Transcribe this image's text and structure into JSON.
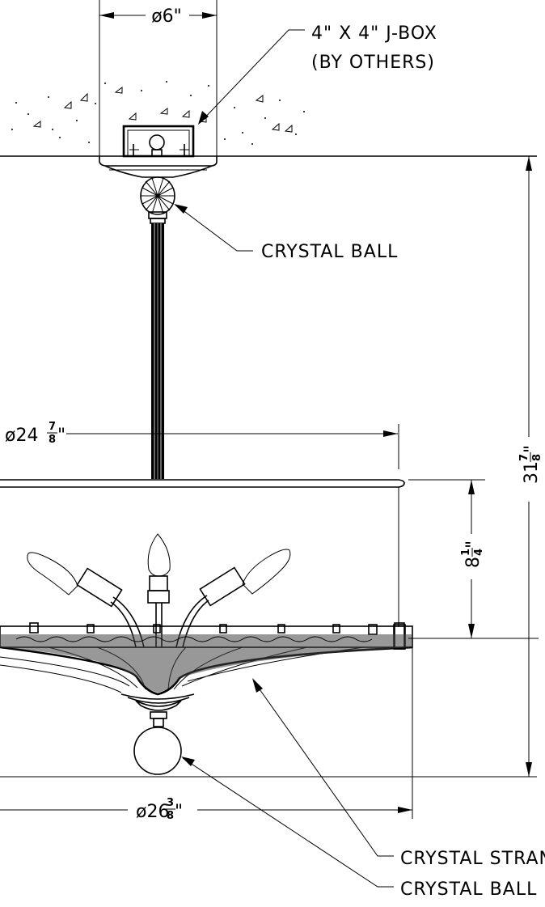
{
  "dimensions": {
    "canopy_diameter": "ø6\"",
    "shade_diameter": {
      "main": "ø24",
      "num": "7",
      "den": "8",
      "unit": "\""
    },
    "bowl_diameter": {
      "main": "ø26",
      "num": "3",
      "den": "8",
      "unit": "\""
    },
    "overall_height": {
      "main": "31",
      "num": "7",
      "den": "8",
      "unit": "\""
    },
    "shade_height": {
      "main": "8",
      "num": "1",
      "den": "4",
      "unit": "\""
    }
  },
  "callouts": {
    "jbox_line1": "4\" X 4\" J-BOX",
    "jbox_line2": "(BY OTHERS)",
    "crystal_ball_top": "CRYSTAL BALL",
    "crystal_strand": "CRYSTAL STRAND",
    "crystal_ball_bottom": "CRYSTAL BALL"
  }
}
